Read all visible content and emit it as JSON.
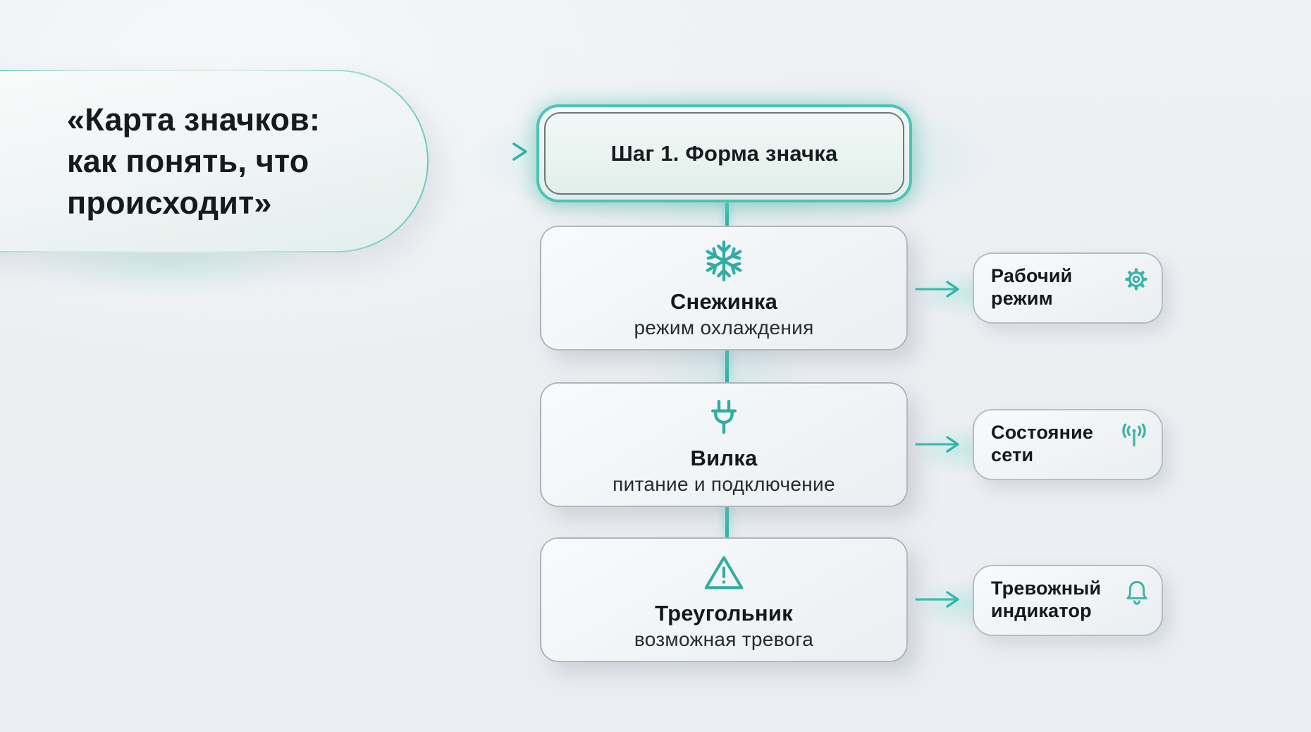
{
  "colors": {
    "background": "#edeff3",
    "accent_teal": "#35b5ab",
    "step_border_teal": "#4cc3b5",
    "text_dark": "#17191c"
  },
  "title_card": {
    "lines": [
      "«Карта значков:",
      "как понять, что",
      "происходит»"
    ]
  },
  "step_box": {
    "label": "Шаг 1. Форма значка"
  },
  "shape_cards": [
    {
      "icon": "snowflake-icon",
      "title": "Снежинка",
      "subtitle": "режим охлаждения"
    },
    {
      "icon": "plug-icon",
      "title": "Вилка",
      "subtitle": "питание и подключение"
    },
    {
      "icon": "warning-triangle-icon",
      "title": "Треугольник",
      "subtitle": "возможная тревога"
    }
  ],
  "meaning_cards": [
    {
      "icon": "gear-icon",
      "label": "Рабочий режим"
    },
    {
      "icon": "broadcast-icon",
      "label": "Состояние сети"
    },
    {
      "icon": "bell-icon",
      "label": "Тревожный индикатор"
    }
  ]
}
